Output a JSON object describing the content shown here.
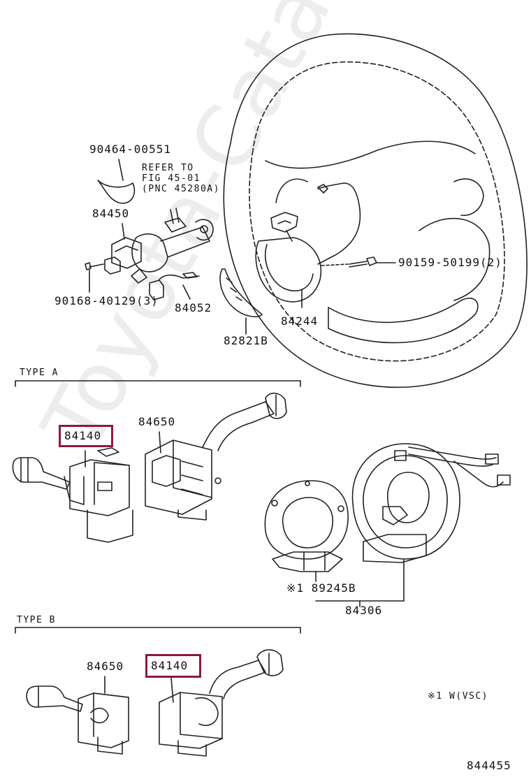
{
  "watermark": "Toyota-Catalog.ru",
  "labels": {
    "p90464": "90464-00551",
    "refer1": "REFER TO",
    "refer2": "FIG 45-01",
    "refer3": "(PNC 45280A)",
    "p84450": "84450",
    "p90168": "90168-40129(3)",
    "p84052": "84052",
    "p82821b": "82821B",
    "p84244": "84244",
    "p90159": "90159-50199(2)",
    "typeA": "TYPE A",
    "p84650a": "84650",
    "p84140a": "84140",
    "p89245b": "※1 89245B",
    "p84306": "84306",
    "typeB": "TYPE B",
    "p84650b": "84650",
    "p84140b": "84140",
    "note": "※1 W(VSC)",
    "figno": "844455"
  },
  "colors": {
    "highlight": "#8b1a3a",
    "line": "#222222"
  }
}
